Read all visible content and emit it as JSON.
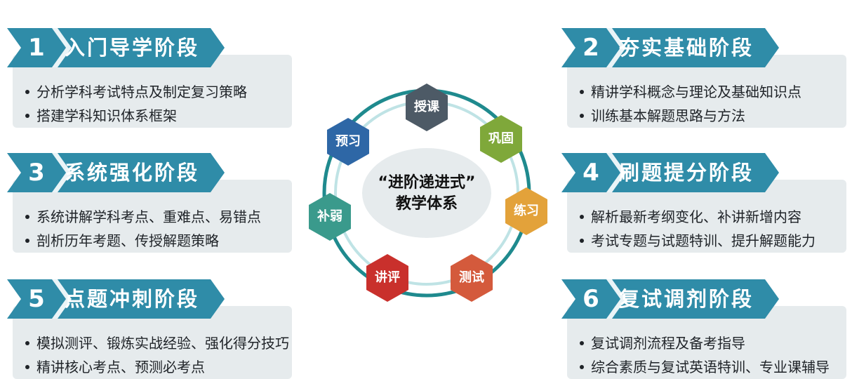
{
  "center": {
    "title_line1": "“进阶递进式”",
    "title_line2": "教学体系"
  },
  "cycle_steps": [
    "授课",
    "巩固",
    "练习",
    "测试",
    "讲评",
    "补弱",
    "预习"
  ],
  "colors": {
    "header_blue": "#2f8ca8",
    "card_bg": "#e6ebed",
    "ring_outer": "#1f8a8e",
    "ring_inner": "#bfe3e5",
    "hex_授课": "#4d5a66",
    "hex_巩固": "#7fa83a",
    "hex_练习": "#e3a23a",
    "hex_测试": "#d45a3c",
    "hex_讲评": "#c9302c",
    "hex_补弱": "#3a9a8c",
    "hex_预习": "#2e67a6"
  },
  "stages": [
    {
      "num": "1",
      "title": "入门导学阶段",
      "bullets": [
        "分析学科考试特点及制定复习策略",
        "搭建学科知识体系框架"
      ]
    },
    {
      "num": "2",
      "title": "夯实基础阶段",
      "bullets": [
        "精讲学科概念与理论及基础知识点",
        "训练基本解题思路与方法"
      ]
    },
    {
      "num": "3",
      "title": "系统强化阶段",
      "bullets": [
        "系统讲解学科考点、重难点、易错点",
        "剖析历年考题、传授解题策略"
      ]
    },
    {
      "num": "4",
      "title": "刷题提分阶段",
      "bullets": [
        "解析最新考纲变化、补讲新增内容",
        "考试专题与试题特训、提升解题能力"
      ]
    },
    {
      "num": "5",
      "title": "点题冲刺阶段",
      "bullets": [
        "模拟测评、锻炼实战经验、强化得分技巧",
        "精讲核心考点、预测必考点"
      ]
    },
    {
      "num": "6",
      "title": "复试调剂阶段",
      "bullets": [
        "复试调剂流程及备考指导",
        "综合素质与复试英语特训、专业课辅导"
      ]
    }
  ]
}
